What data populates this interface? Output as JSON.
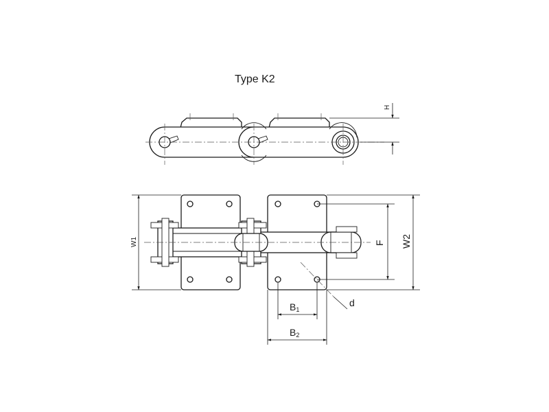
{
  "title": "Type K2",
  "dimensions": {
    "H": "H",
    "W1": "W1",
    "W2": "W2",
    "F": "F",
    "d": "d",
    "B1_base": "B",
    "B1_sub": "1",
    "B2_base": "B",
    "B2_sub": "2"
  }
}
